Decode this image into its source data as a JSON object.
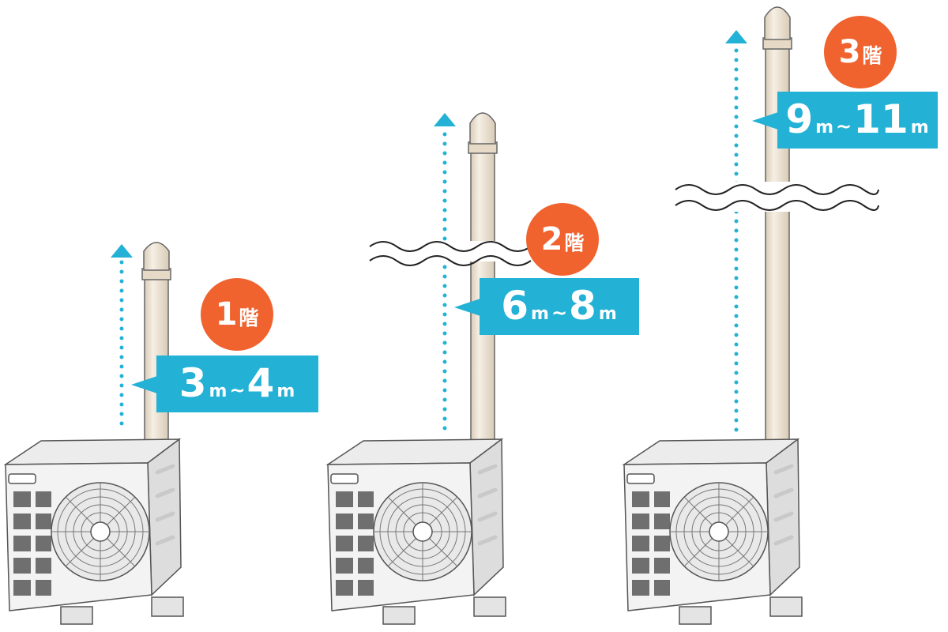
{
  "floors": [
    {
      "id": "floor-1",
      "number": "1",
      "unit_kanji": "階",
      "length_min": "3",
      "length_max": "4",
      "length_unit": "m",
      "separator": "~",
      "wave_break": false
    },
    {
      "id": "floor-2",
      "number": "2",
      "unit_kanji": "階",
      "length_min": "6",
      "length_max": "8",
      "length_unit": "m",
      "separator": "~",
      "wave_break": true
    },
    {
      "id": "floor-3",
      "number": "3",
      "unit_kanji": "階",
      "length_min": "9",
      "length_max": "11",
      "length_unit": "m",
      "separator": "~",
      "wave_break": true
    }
  ],
  "colors": {
    "badge": "#f0622e",
    "label": "#23b1d6",
    "arrow": "#23b1d6",
    "pipe": "#efe6d8",
    "unit_body": "#f1f1f1",
    "unit_grill": "#6f6f6f"
  },
  "icons": [
    "outdoor-ac-unit-icon",
    "drain-pipe-icon",
    "height-arrow-icon",
    "wave-break-icon"
  ]
}
